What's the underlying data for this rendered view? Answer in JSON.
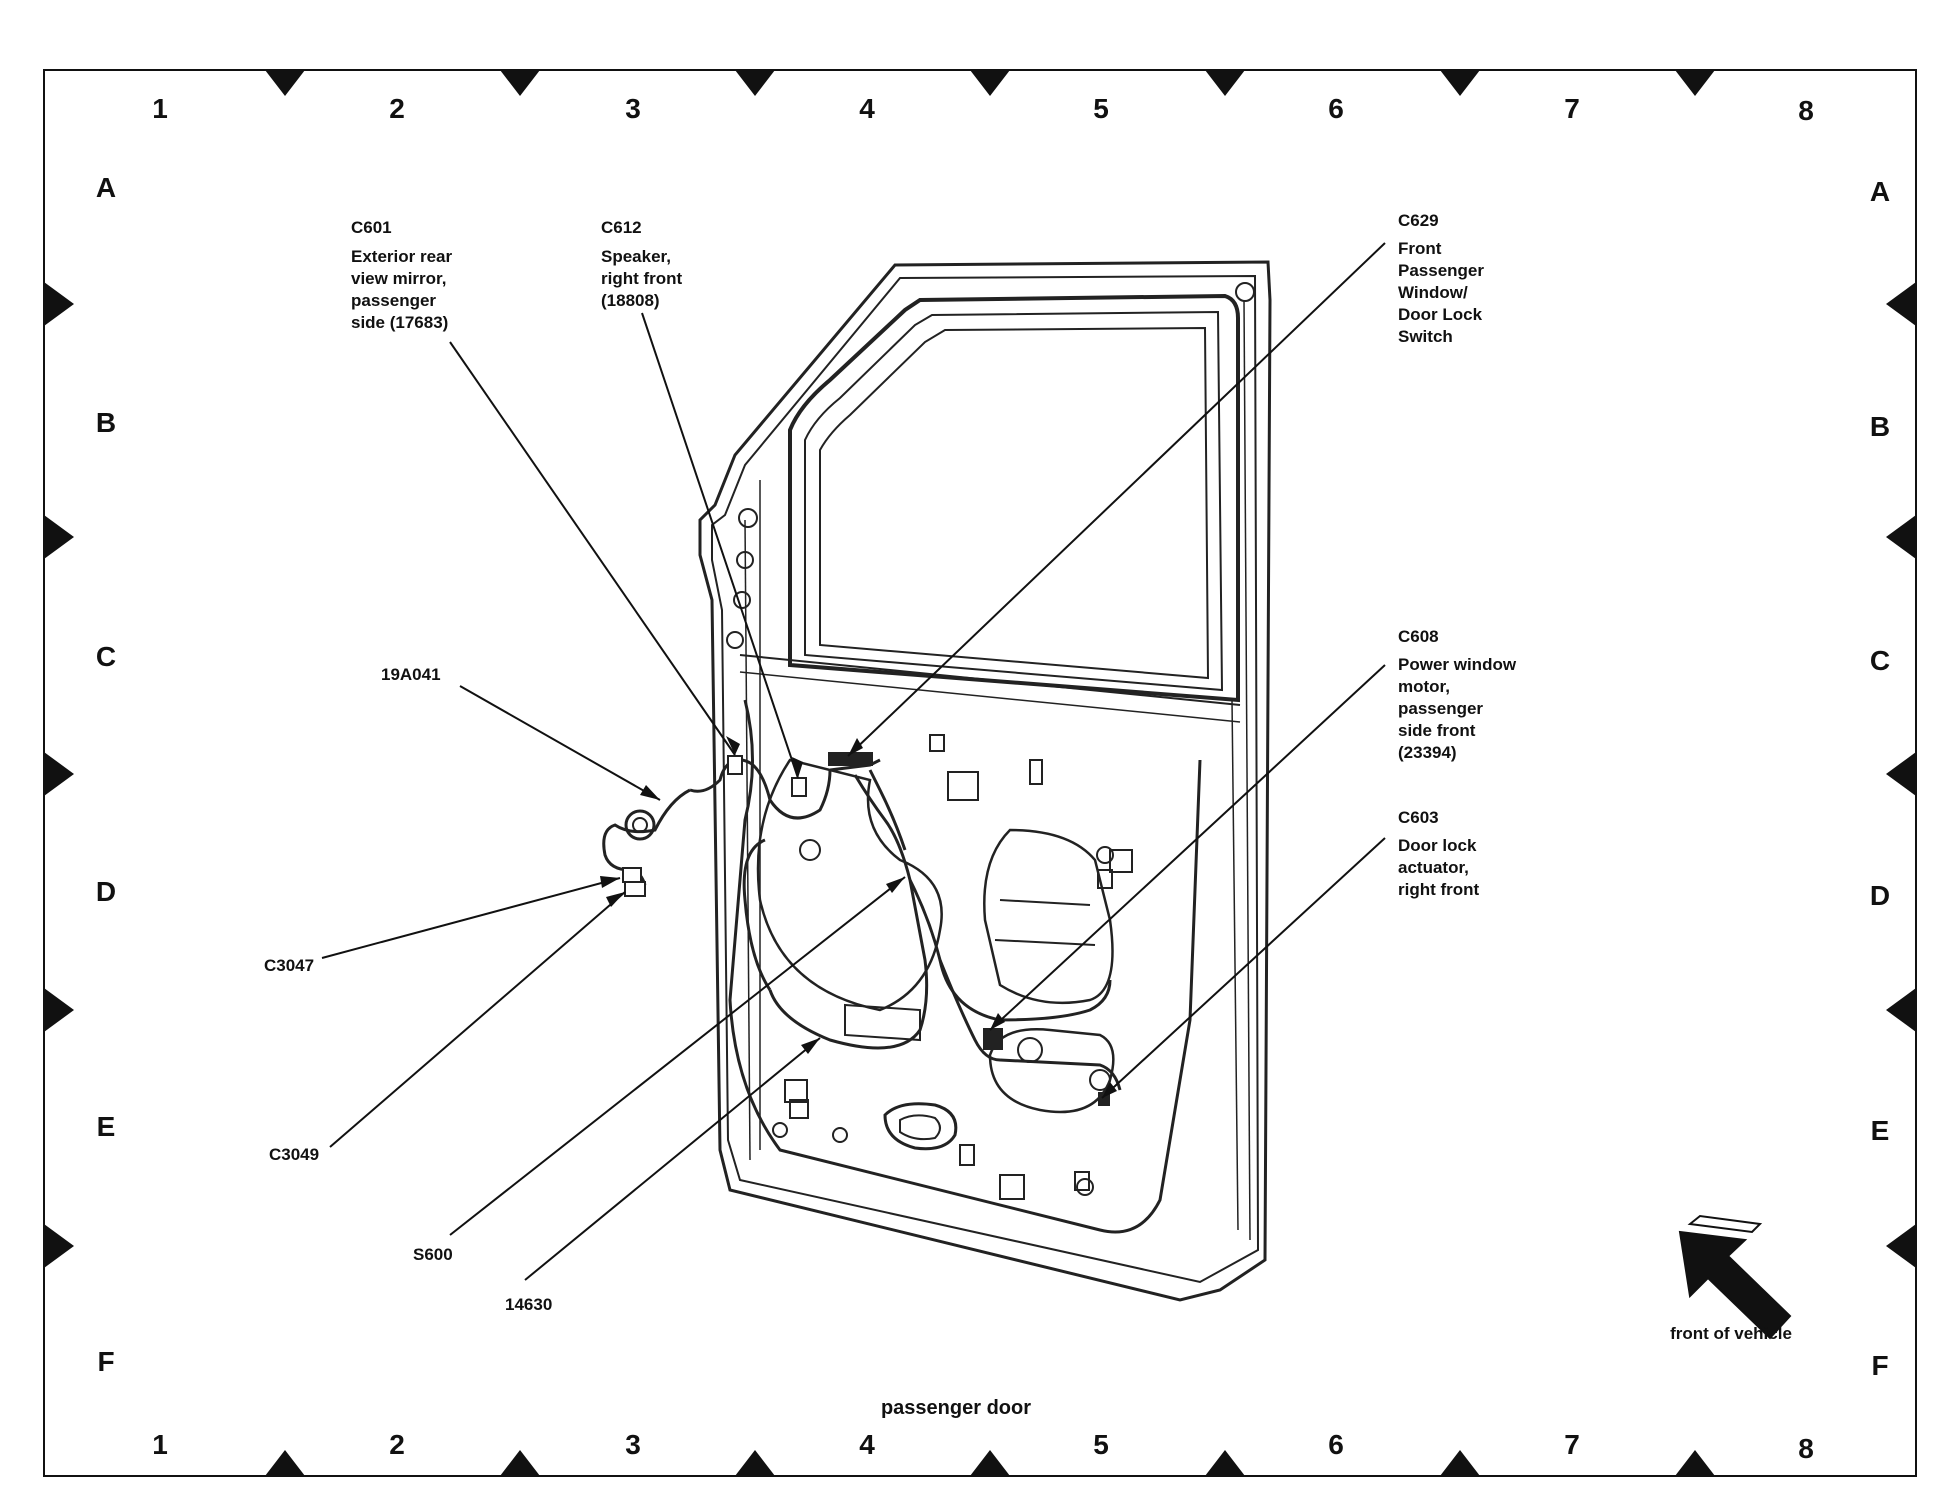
{
  "grid": {
    "columns": [
      "1",
      "2",
      "3",
      "4",
      "5",
      "6",
      "7",
      "8"
    ],
    "rows": [
      "A",
      "B",
      "C",
      "D",
      "E",
      "F"
    ]
  },
  "callouts": {
    "c601": [
      "C601",
      "Exterior rear",
      "view mirror,",
      "passenger",
      "side (17683)"
    ],
    "c612": [
      "C612",
      "Speaker,",
      "right front",
      "(18808)"
    ],
    "c629": [
      "C629",
      "Front",
      "Passenger",
      "Window/",
      "Door Lock",
      "Switch"
    ],
    "c608": [
      "C608",
      "Power window",
      "motor,",
      "passenger",
      "side front",
      "(23394)"
    ],
    "c603": [
      "C603",
      "Door lock",
      "actuator,",
      "right front"
    ],
    "n19a041": "19A041",
    "c3047": "C3047",
    "c3049": "C3049",
    "s600": "S600",
    "n14630": "14630"
  },
  "caption": "passenger door",
  "orientation_label": "front of vehicle",
  "icons": {
    "orientation_arrow": "arrow-up-left-icon"
  }
}
